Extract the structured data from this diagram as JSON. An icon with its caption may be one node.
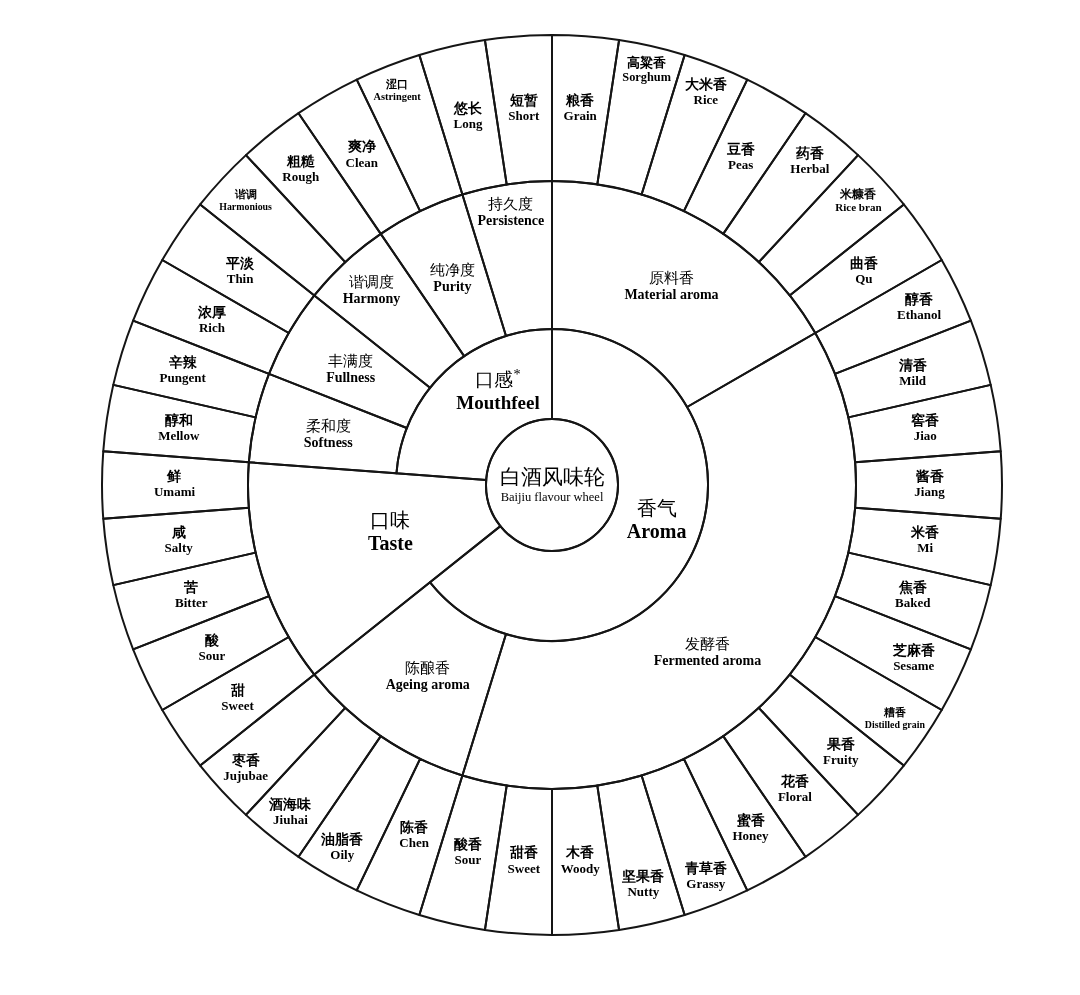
{
  "diagram": {
    "nodes": [
      {
        "text": [
          "白酒风味轮",
          "Baijiu flavour wheel"
        ]
      },
      {
        "text": [
          "香气",
          "Aroma"
        ]
      },
      {
        "text": [
          "原料香",
          "Material aroma"
        ]
      },
      {
        "text": [
          "粮香",
          "Grain"
        ]
      },
      {
        "text": [
          "高粱香",
          "Sorghum"
        ]
      },
      {
        "text": [
          "大米香",
          "Rice"
        ]
      },
      {
        "text": [
          "豆香",
          "Peas"
        ]
      },
      {
        "text": [
          "药香",
          "Herbal"
        ]
      },
      {
        "text": [
          "米糠香",
          "Rice bran"
        ]
      },
      {
        "text": [
          "曲香",
          "Qu"
        ]
      },
      {
        "text": [
          "发酵香",
          "Fermented aroma"
        ]
      },
      {
        "text": [
          "醇香",
          "Ethanol"
        ]
      },
      {
        "text": [
          "清香",
          "Mild"
        ]
      },
      {
        "text": [
          "窖香",
          "Jiao"
        ]
      },
      {
        "text": [
          "酱香",
          "Jiang"
        ]
      },
      {
        "text": [
          "米香",
          "Mi"
        ]
      },
      {
        "text": [
          "焦香",
          "Baked"
        ]
      },
      {
        "text": [
          "芝麻香",
          "Sesame"
        ]
      },
      {
        "text": [
          "糟香",
          "Distilled grain"
        ]
      },
      {
        "text": [
          "果香",
          "Fruity"
        ]
      },
      {
        "text": [
          "花香",
          "Floral"
        ]
      },
      {
        "text": [
          "蜜香",
          "Honey"
        ]
      },
      {
        "text": [
          "青草香",
          "Grassy"
        ]
      },
      {
        "text": [
          "坚果香",
          "Nutty"
        ]
      },
      {
        "text": [
          "木香",
          "Woody"
        ]
      },
      {
        "text": [
          "甜香",
          "Sweet"
        ]
      },
      {
        "text": [
          "酸香",
          "Sour"
        ]
      },
      {
        "text": [
          "陈酿香",
          "Ageing aroma"
        ]
      },
      {
        "text": [
          "陈香",
          "Chen"
        ]
      },
      {
        "text": [
          "油脂香",
          "Oily"
        ]
      },
      {
        "text": [
          "酒海味",
          "Jiuhai"
        ]
      },
      {
        "text": [
          "枣香",
          "Jujubae"
        ]
      },
      {
        "text": [
          "口味",
          "Taste"
        ]
      },
      {
        "text": [
          "甜",
          "Sweet"
        ]
      },
      {
        "text": [
          "酸",
          "Sour"
        ]
      },
      {
        "text": [
          "苦",
          "Bitter"
        ]
      },
      {
        "text": [
          "咸",
          "Salty"
        ]
      },
      {
        "text": [
          "鲜",
          "Umami"
        ]
      },
      {
        "text": [
          "口感$^{*}$",
          "Mouthfeel"
        ]
      },
      {
        "text": [
          "柔和度",
          "Softness"
        ]
      },
      {
        "text": [
          "丰满度",
          "Fullness"
        ]
      },
      {
        "text": [
          "谐调度",
          "Harmony"
        ]
      },
      {
        "text": [
          "纯净度",
          "Purity"
        ]
      },
      {
        "text": [
          "持久度",
          "Persistence"
        ]
      },
      {
        "text": [
          "醇和",
          "Mellow"
        ]
      },
      {
        "text": [
          "辛辣",
          "Pungent"
        ]
      },
      {
        "text": [
          "浓厚",
          "Rich"
        ]
      },
      {
        "text": [
          "平淡",
          "Thin"
        ]
      },
      {
        "text": [
          "谐调",
          "Harmonious"
        ]
      },
      {
        "text": [
          "粗糙",
          "Rough"
        ]
      },
      {
        "text": [
          "爽净",
          "Clean"
        ]
      },
      {
        "text": [
          "涩口",
          "Astringent"
        ]
      },
      {
        "text": [
          "悠长",
          "Long"
        ]
      },
      {
        "text": [
          "短暂",
          "Short"
        ]
      }
    ]
  }
}
